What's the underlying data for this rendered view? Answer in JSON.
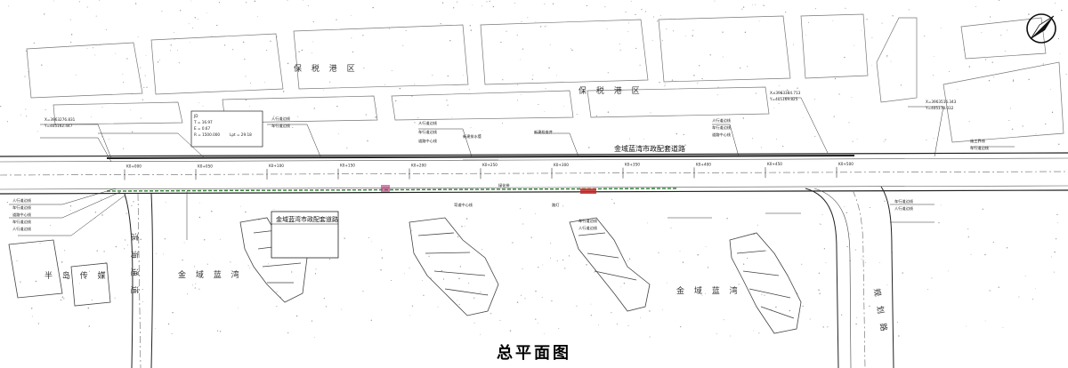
{
  "title": "总平面图",
  "areas": {
    "bonded_port_top": "保 税 港 区",
    "bonded_port_mid": "保 税 港 区",
    "road_center": "金域蓝湾市政配套道路",
    "road_box": "金域蓝湾市政配套道路",
    "jinyu_left": "金 域 蓝 湾",
    "jinyu_right": "金 域 蓝 湾",
    "media": "半 岛 传 媒",
    "binhai_road": "滨 海 通 道",
    "right_side_road": "规 划 路"
  },
  "curve_box": {
    "jd": "JD",
    "t": "T = 16.97",
    "e": "E = 0.67",
    "r": "R = 1500.000",
    "lpt": "Lpt = 29.18"
  },
  "annotations": {
    "left": [
      "人行道边线",
      "车行道边线",
      "道路中心线",
      "车行道边线",
      "人行道边线"
    ],
    "center": [
      "人行道边线",
      "车行道边线",
      "道路中心线",
      "车行道边线",
      "人行道边线"
    ],
    "center_notes": [
      "新建排水管",
      "绿化带",
      "新建检查井",
      "路灯",
      "弯道中心线",
      "人行道边线",
      "车行道边线"
    ],
    "right": [
      "人行道边线",
      "车行道边线",
      "道路中心线",
      "车行道边线",
      "人行道边线",
      "施工界线",
      "车行道边线"
    ],
    "coords": [
      "X=3963276.831",
      "Y=405162.447",
      "X=3963384.713",
      "Y=405169.825",
      "X=3963516.343",
      "Y=405178.032"
    ],
    "stations": [
      "K0+000",
      "K0+050",
      "K0+100",
      "K0+150",
      "K0+200",
      "K0+250",
      "K0+300",
      "K0+350",
      "K0+400",
      "K0+450",
      "K0+500"
    ]
  },
  "colors": {
    "line": "#222222",
    "thin": "#555555",
    "green": "#2e7d32",
    "red": "#c62828",
    "magenta": "#b0306e"
  },
  "icons": {
    "north_arrow": "north-arrow-icon"
  }
}
